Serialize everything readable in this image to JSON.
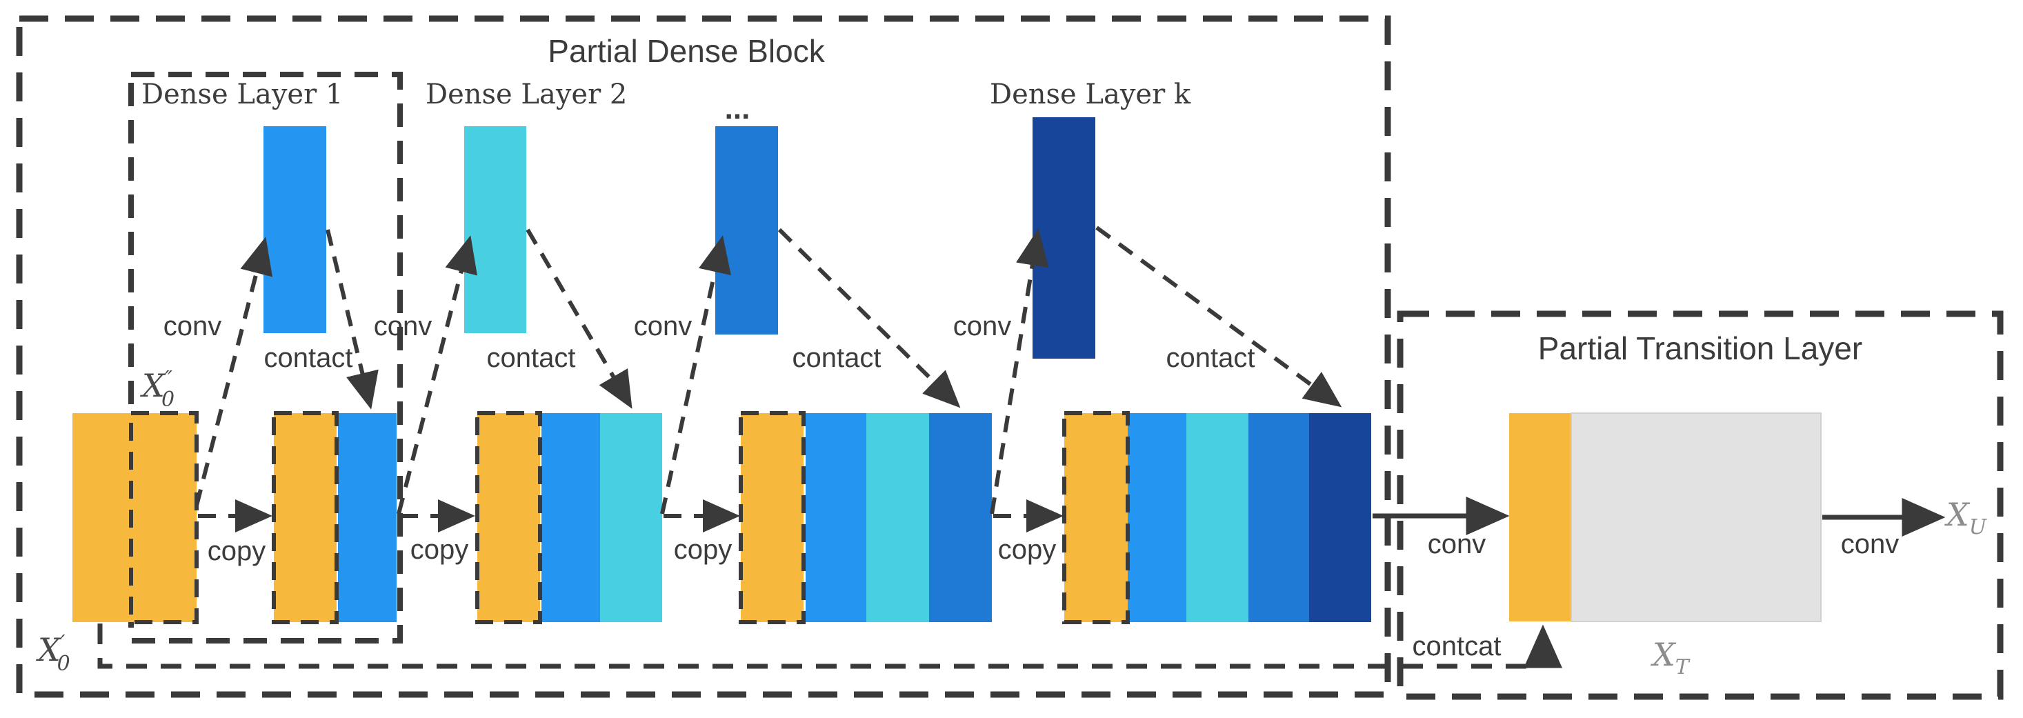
{
  "colors": {
    "yellow": "#F6B83D",
    "bright_blue": "#2496F2",
    "cyan": "#49CFE2",
    "medium_blue": "#1E7AD4",
    "navy": "#16459A",
    "gray_map": "#E2E2E2",
    "gray_map_stroke": "#D0D0D0",
    "line": "#3A3A3A",
    "text": "#3C3C3C",
    "math_dark": "#4A4A4A",
    "math_gray": "#8C8C8C"
  },
  "dense_block": {
    "title": "Partial Dense Block",
    "layer_labels": [
      "Dense Layer 1",
      "Dense Layer 2",
      "Dense Layer k"
    ],
    "ellipsis": "...",
    "conv_labels": [
      "conv",
      "conv",
      "conv",
      "conv"
    ],
    "contact_labels": [
      "contact",
      "contact",
      "contact",
      "contact"
    ],
    "copy_labels": [
      "copy",
      "copy",
      "copy",
      "copy"
    ]
  },
  "transition": {
    "title": "Partial Transition Layer",
    "conv_in_label": "conv",
    "conv_out_label": "conv",
    "contcat_label": "contcat"
  },
  "math_labels": {
    "x0_prime": {
      "base": "X",
      "sup": "′",
      "sub": "0"
    },
    "x0_double_prime": {
      "base": "X",
      "sup": "″",
      "sub": "0"
    },
    "x_t": {
      "base": "X",
      "sub": "T"
    },
    "x_u": {
      "base": "X",
      "sub": "U"
    }
  }
}
